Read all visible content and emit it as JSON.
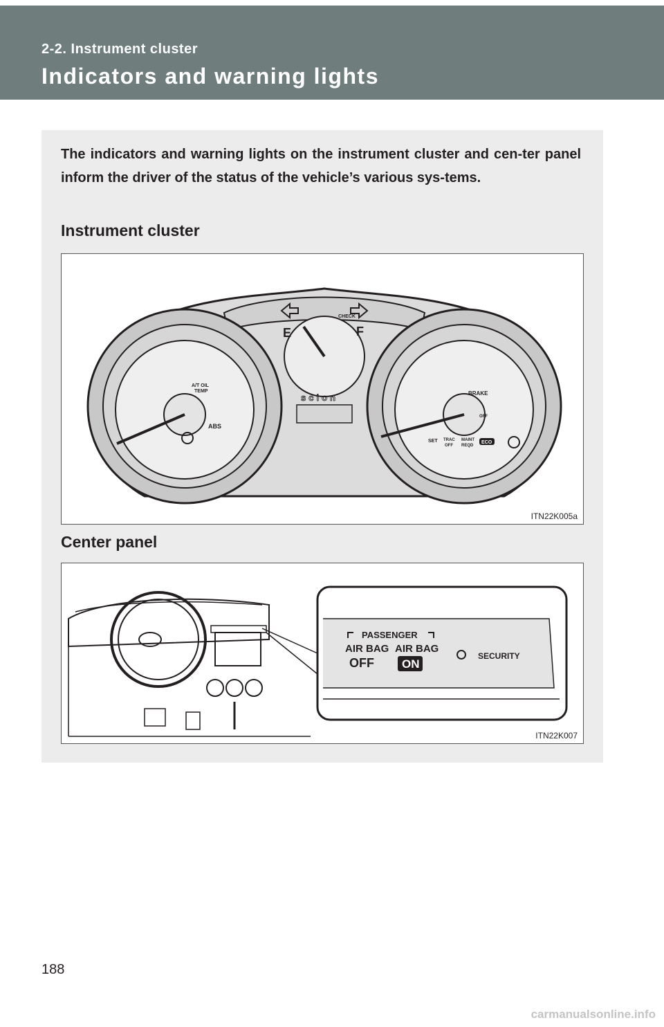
{
  "header": {
    "section": "2-2. Instrument cluster",
    "title": "Indicators and warning lights"
  },
  "intro": "The indicators and warning lights on the instrument cluster and cen-ter panel inform the driver of the status of the vehicle’s various sys-tems.",
  "figures": [
    {
      "heading": "Instrument cluster",
      "code": "ITN22K005a",
      "labels": {
        "fuel_empty": "E",
        "fuel_full": "F",
        "check": "CHECK",
        "at_oil_temp_1": "A/T OIL",
        "at_oil_temp_2": "TEMP",
        "abs": "ABS",
        "brake": "BRAKE",
        "off": "OFF",
        "set": "SET",
        "trac_1": "TRAC",
        "trac_2": "OFF",
        "maint_1": "MAINT",
        "maint_2": "REQD",
        "eco": "ECO",
        "scion": "scion"
      }
    },
    {
      "heading": "Center panel",
      "code": "ITN22K007",
      "labels": {
        "passenger": "PASSENGER",
        "airbag_off_1": "AIR BAG",
        "airbag_off_2": "OFF",
        "airbag_on_1": "AIR BAG",
        "airbag_on_2": "ON",
        "security": "SECURITY"
      }
    }
  ],
  "page_number": "188",
  "watermark": "carmanualsonline.info"
}
